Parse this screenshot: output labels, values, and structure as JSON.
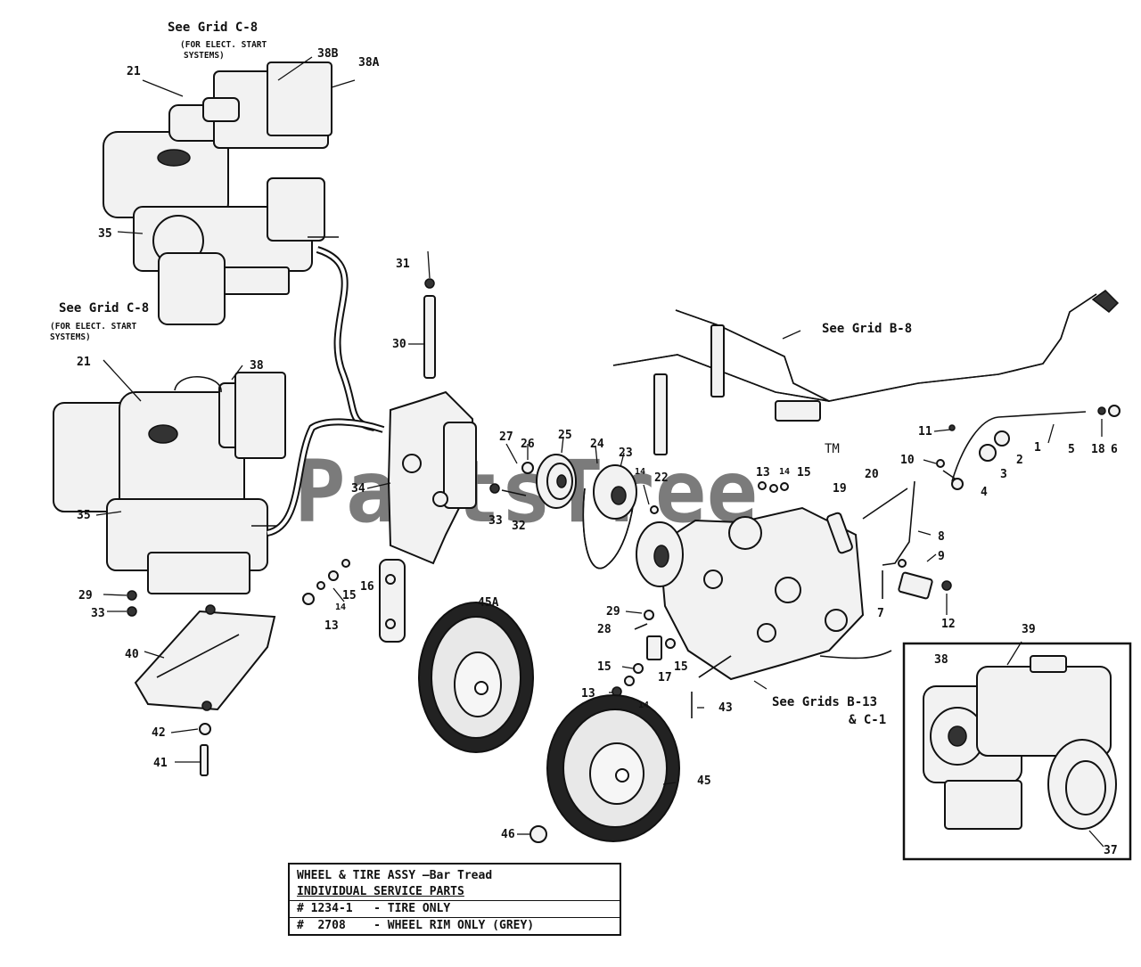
{
  "watermark": {
    "text": "PartsTree",
    "tm": "TM"
  },
  "grid_notes": {
    "top_engine": {
      "title": "See Grid C-8",
      "line1": "(FOR ELECT. START",
      "line2": "SYSTEMS)"
    },
    "mid_engine": {
      "title": "See Grid C-8",
      "line1": "(FOR ELECT. START",
      "line2": "SYSTEMS)"
    },
    "handle": "See Grid B-8",
    "transmission_line1": "See Grids B-13",
    "transmission_line2": "& C-1"
  },
  "callouts": {
    "c21a": "21",
    "c38b": "38B",
    "c38a": "38A",
    "c35a": "35",
    "c21b": "21",
    "c38": "38",
    "c35b": "35",
    "c31": "31",
    "c30": "30",
    "c34": "34",
    "c27": "27",
    "c26": "26",
    "c25": "25",
    "c24": "24",
    "c23": "23",
    "c22": "22",
    "c14a": "14",
    "c33a": "33",
    "c32": "32",
    "c16": "16",
    "c15a": "15",
    "c14b": "14",
    "c13a": "13",
    "c29a": "29",
    "c33b": "33",
    "c40": "40",
    "c42": "42",
    "c41": "41",
    "c45a": "45A",
    "c29b": "29",
    "c28": "28",
    "c15b": "15",
    "c17": "17",
    "c15c": "15",
    "c13b": "13",
    "c14c": "14",
    "c43": "43",
    "c45": "45",
    "c46": "46",
    "c13c": "13",
    "c14d": "14",
    "c15d": "15",
    "c19": "19",
    "c20": "20",
    "c11": "11",
    "c10": "10",
    "c4": "4",
    "c3": "3",
    "c2": "2",
    "c1": "1",
    "c5": "5",
    "c18": "18",
    "c6": "6",
    "c8": "8",
    "c9": "9",
    "c7": "7",
    "c12": "12",
    "c39": "39",
    "c38c": "38",
    "c37": "37"
  },
  "service_parts": {
    "header": "WHEEL & TIRE ASSY —Bar Tread",
    "subheader": "INDIVIDUAL SERVICE PARTS",
    "rows": [
      {
        "num": "# 1234-1",
        "desc": "- TIRE ONLY"
      },
      {
        "num": "#  2708",
        "desc": "- WHEEL RIM ONLY (GREY)"
      }
    ]
  }
}
